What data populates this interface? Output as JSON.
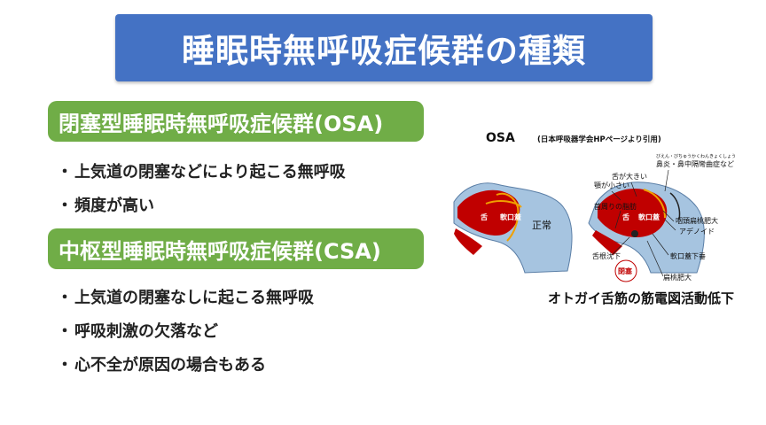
{
  "title": "睡眠時無呼吸症候群の種類",
  "osa": {
    "heading": "閉塞型睡眠時無呼吸症候群(OSA)",
    "bullets": [
      "上気道の閉塞などにより起こる無呼吸",
      "頻度が高い"
    ]
  },
  "csa": {
    "heading": "中枢型睡眠時無呼吸症候群(CSA)",
    "bullets": [
      "上気道の閉塞なしに起こる無呼吸",
      "呼吸刺激の欠落など",
      "心不全が原因の場合もある"
    ]
  },
  "figure": {
    "title": "OSA",
    "source": "(日本呼吸器学会HPページより引用)",
    "normal_label": "正常",
    "labels": {
      "tongue": "舌",
      "soft_palate": "軟口蓋",
      "tongue_large": "舌が大きい",
      "jaw_small": "顎が小さい",
      "neck_fat": "首周りの脂肪",
      "tongue_drop": "舌根沈下",
      "obstruction": "閉塞",
      "nasal_ruby": "びえん・びちゅうかくわんきょくしょう",
      "nasal": "鼻炎・鼻中隔彎曲症など",
      "pharynx": "咽頭扁桃肥大",
      "adenoid": "アデノイド",
      "soft_palate_drop": "軟口蓋下垂",
      "tonsil": "扁桃肥大"
    },
    "caption": "オトガイ舌筋の筋電図活動低下"
  },
  "colors": {
    "banner": "#4472c4",
    "section": "#70ad47",
    "tissue": "#a6c4e0",
    "airway_red": "#c00000"
  }
}
